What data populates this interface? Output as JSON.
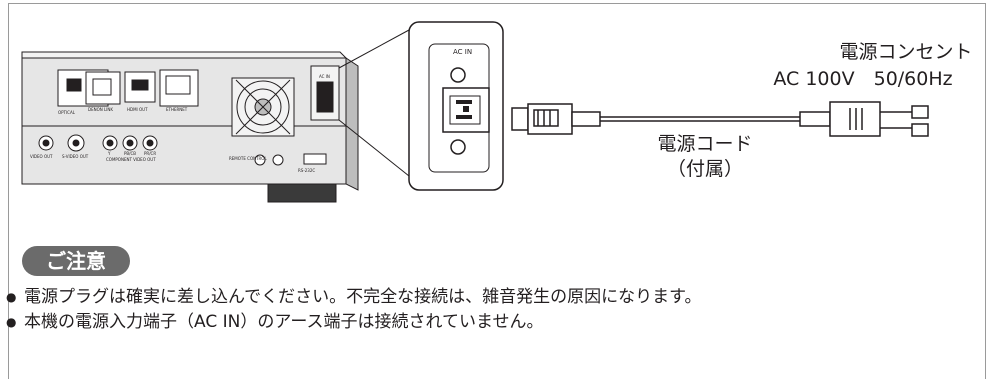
{
  "outlet": {
    "title": "電源コンセント",
    "spec": "AC 100V　50/60Hz"
  },
  "cord": {
    "title": "電源コード",
    "note": "（付属）"
  },
  "inlet_label": "AC IN",
  "device_labels": {
    "optical": "OPTICAL",
    "denon_link": "DENON LINK",
    "hdmi_out": "HDMI OUT",
    "ethernet": "ETHERNET",
    "video_out": "VIDEO OUT",
    "s_video_out": "S-VIDEO OUT",
    "component_video_out": "COMPONENT VIDEO OUT",
    "remote_control": "REMOTE CONTROL",
    "rs232c": "RS-232C",
    "ac_in_small": "AC IN",
    "y": "Y",
    "pb_cb": "PB/CB",
    "pr_cr": "PR/CR"
  },
  "caution": {
    "badge": "ご注意",
    "items": [
      {
        "text": "電源プラグは確実に差し込んでください。不完全な接続は、雑音発生の原因になります。"
      },
      {
        "text": "本機の電源入力端子（AC IN）のアース端子は接続されていません。"
      }
    ]
  },
  "colors": {
    "line": "#231f20",
    "frame": "#9a9a9a",
    "badge": "#6b6b6b",
    "device_body": "#e6e6e6",
    "device_shade": "#bdbdbd"
  }
}
